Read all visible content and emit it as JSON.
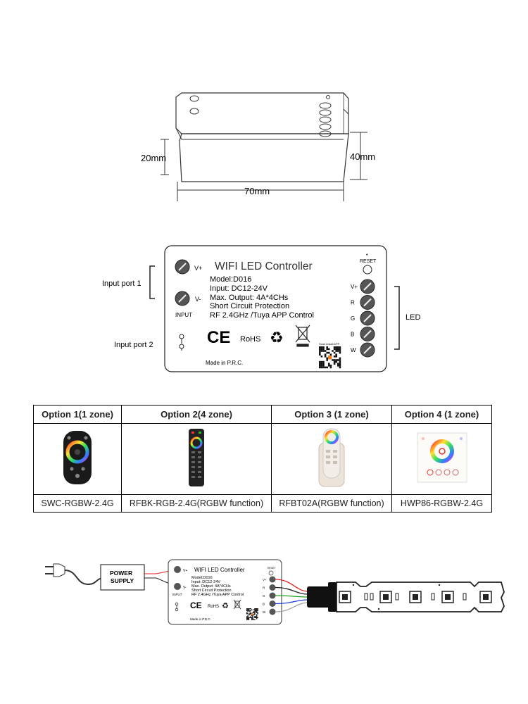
{
  "dimensions": {
    "height_left": "20mm",
    "height_right": "40mm",
    "width": "70mm"
  },
  "controller": {
    "title": "WIFI LED Controller",
    "model": "Model:D016",
    "input": "Input: DC12-24V",
    "max_output": "Max. Output: 4A*4CHs",
    "protection": "Short Circuit Protection",
    "rf": "RF 2.4GHz /Tuya APP Control",
    "made_in": "Made in P.R.C.",
    "reset": "RESET",
    "input_label": "INPUT",
    "left_terminals": [
      "V+",
      "V-"
    ],
    "right_terminals": [
      "V+",
      "R",
      "G",
      "B",
      "W"
    ],
    "ce": "CE",
    "rohs": "RoHS",
    "scan_text": "Scan install APP"
  },
  "callouts": {
    "input_port_1": "Input port 1",
    "input_port_2": "Input port 2",
    "led": "LED"
  },
  "options": {
    "headers": [
      "Option 1(1 zone)",
      "Option 2(4 zone)",
      "Option 3 (1 zone)",
      "Option 4 (1 zone)"
    ],
    "names": [
      "SWC-RGBW-2.4G",
      "RFBK-RGB-2.4G(RGBW function)",
      "RFBT02A(RGBW function)",
      "HWP86-RGBW-2.4G"
    ]
  },
  "wiring": {
    "power_supply_line1": "POWER",
    "power_supply_line2": "SUPPLY",
    "mini_title": "WIFI LED Controller",
    "mini_lines": [
      "Model:D016",
      "Input: DC12-24V",
      "Max. Output: 4A*4CHs",
      "Short Circuit Protection",
      "RF 2.4GHz /Tuya APP Control"
    ],
    "mini_made_in": "Made in P.R.C.",
    "mini_reset": "RESET",
    "mini_input": "INPUT",
    "mini_left_terminals": [
      "V+",
      "V-"
    ],
    "mini_right_terminals": [
      "V+",
      "R",
      "G",
      "B",
      "W"
    ],
    "mini_ce": "CE",
    "mini_rohs": "RoHS",
    "wire_colors": [
      "#e02020",
      "#222222",
      "#20a020",
      "#2040e0",
      "#a0a0a0"
    ]
  }
}
